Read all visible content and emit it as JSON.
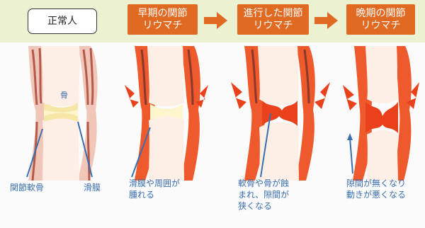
{
  "stages": {
    "normal": "正常人",
    "early": [
      "早期の関節",
      "リウマチ"
    ],
    "progressive": [
      "進行した関節",
      "リウマチ"
    ],
    "late": [
      "晩期の関節",
      "リウマチ"
    ]
  },
  "labels": {
    "bone": "骨",
    "cartilage": "関節軟骨",
    "synovium": "滑膜",
    "swelling": [
      "滑膜や周囲が",
      "腫れる"
    ],
    "erosion": [
      "軟骨や骨が蝕",
      "まれ、隙間が",
      "狭くなる"
    ],
    "lost_gap": [
      "隙間が無くなり",
      "動きが悪くなる"
    ]
  },
  "colors": {
    "header_bg": "#ecf1d2",
    "stage_orange": "#e06a22",
    "label_blue": "#3a6fae",
    "inflamed_red": "#e8411c",
    "tendon": "#c06a50"
  }
}
